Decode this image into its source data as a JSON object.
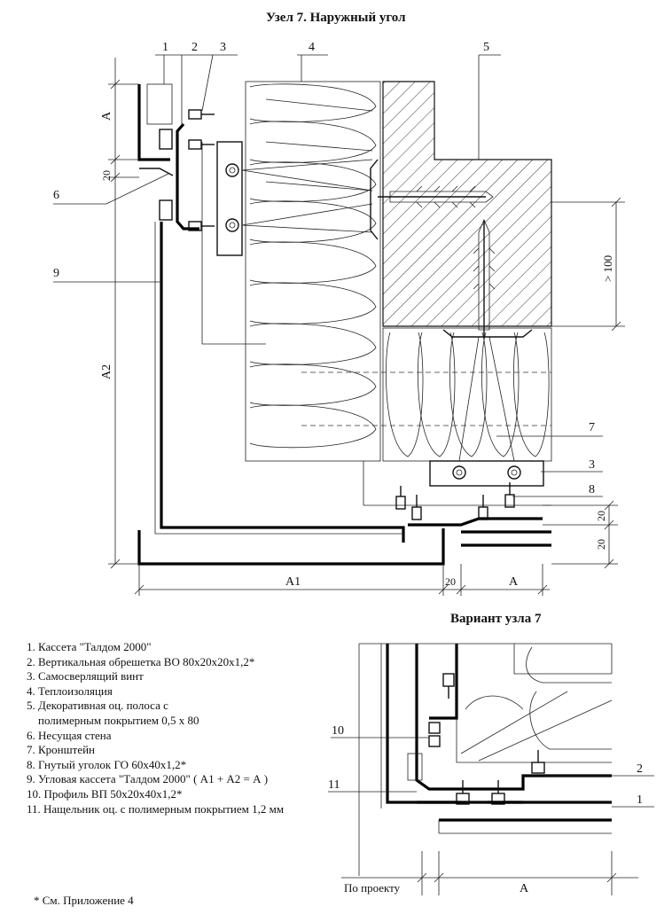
{
  "main_title": "Узел 7. Наружный угол",
  "variant_title": "Вариант узла 7",
  "callouts_main": [
    "1",
    "2",
    "3",
    "4",
    "5",
    "6",
    "7",
    "3",
    "8",
    "9"
  ],
  "callouts_variant": [
    "10",
    "11",
    "2",
    "1"
  ],
  "dimensions_main": {
    "a_top": "A",
    "a2": "A2",
    "twenty_left": "20",
    "gt100": "> 100",
    "twenty_r1": "20",
    "twenty_r2": "20",
    "a1": "A1",
    "twenty_bottom": "20",
    "a_bottom": "A"
  },
  "dimensions_variant": {
    "po_proektu": "По проекту",
    "a": "A"
  },
  "legend": [
    "1. Кассета \"Талдом 2000\"",
    "2. Вертикальная обрешетка ВО 80х20х20х1,2*",
    "3. Самосверлящий винт",
    "4. Теплоизоляция",
    "5. Декоративная оц. полоса с",
    "    полимерным покрытием 0,5 х 80",
    "6. Несущая стена",
    "7. Кронштейн",
    "8. Гнутый уголок ГО 60х40х1,2*",
    "9. Угловая кассета \"Талдом 2000\" ( А1 + А2 = А )",
    "10. Профиль ВП 50х20х40х1,2*",
    "11. Нащельник оц. с полимерным покрытием 1,2 мм"
  ],
  "footnote": "* См. Приложение 4"
}
